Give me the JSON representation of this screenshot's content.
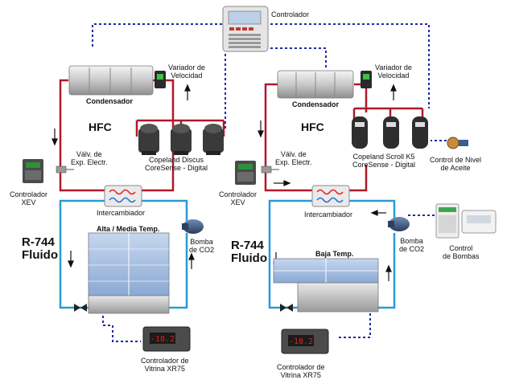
{
  "labels": {
    "controlador": "Controlador",
    "variador_left": "Variador de\nVelocidad",
    "variador_right": "Variador de\nVelocidad",
    "condensador_left": "Condensador",
    "condensador_right": "Condensador",
    "hfc_left": "HFC",
    "hfc_right": "HFC",
    "valv_left": "Válv. de\nExp. Electr.",
    "valv_right": "Válv. de\nExp. Electr.",
    "comp_left": "Copeland Discus\nCoreSense - Digital",
    "comp_right": "Copeland Scroll K5\nCoreSense - Digital",
    "control_nivel": "Control de Nivel\nde Aceite",
    "ctrl_xev_left": "Controlador\nXEV",
    "ctrl_xev_right": "Controlador\nXEV",
    "intercambiador_left": "Intercambiador",
    "intercambiador_right": "Intercambiador",
    "r744_left": "R-744\nFluido",
    "r744_right": "R-744\nFluido",
    "vitrina_left": "Alta / Media Temp.",
    "vitrina_right": "Baja Temp.",
    "bomba_left": "Bomba\nde CO2",
    "bomba_right": "Bomba\nde CO2",
    "control_bombas": "Control\nde Bombas",
    "xr75_left": "Controlador de\nVitrina XR75",
    "xr75_right": "Controlador de\nVitrina XR75",
    "display_value": "-18.2"
  },
  "colors": {
    "hfc_line": "#b0182a",
    "co2_line": "#2a9ad6",
    "control_line": "#1f2aa8",
    "arrow": "#111111"
  }
}
